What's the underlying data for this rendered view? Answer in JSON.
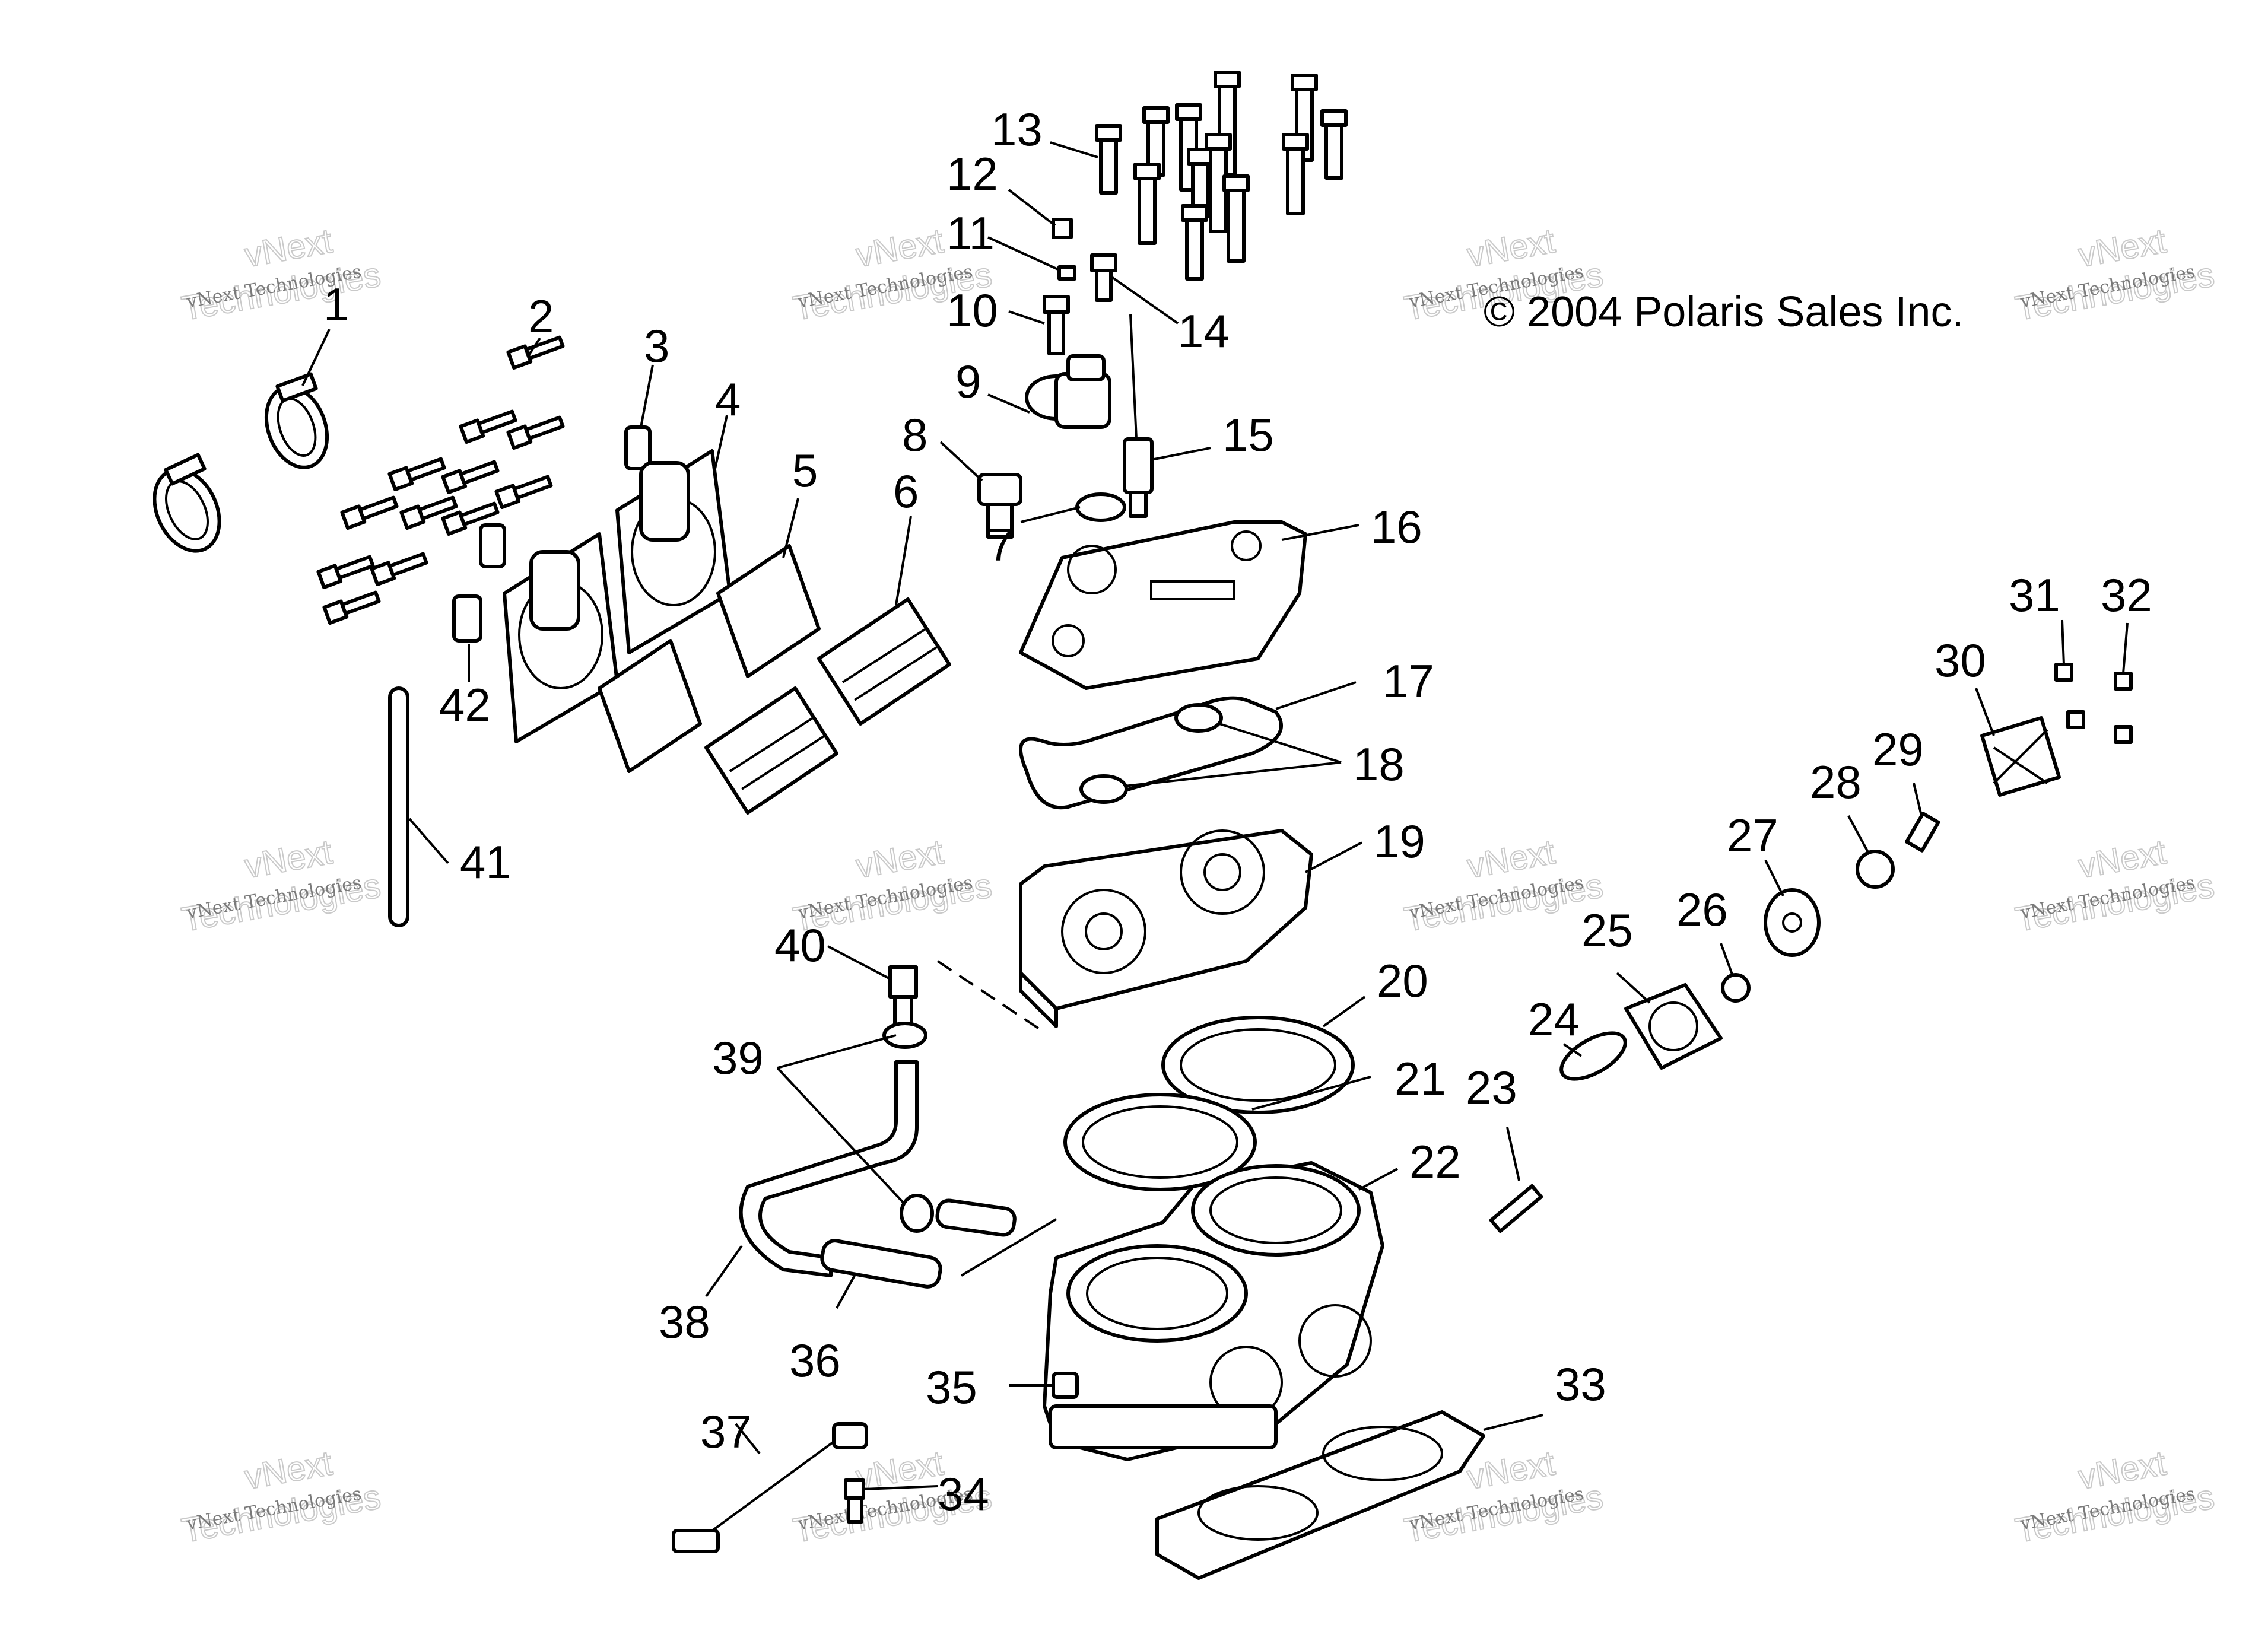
{
  "copyright": "© 2004 Polaris Sales Inc.",
  "watermark": {
    "small_text": "vNext Technologies",
    "big_line1": "vNext",
    "big_line2": "Technologies"
  },
  "callouts": [
    "1",
    "2",
    "3",
    "4",
    "5",
    "6",
    "7",
    "8",
    "9",
    "10",
    "11",
    "12",
    "13",
    "14",
    "15",
    "16",
    "17",
    "18",
    "19",
    "20",
    "21",
    "22",
    "23",
    "24",
    "25",
    "26",
    "27",
    "28",
    "29",
    "30",
    "31",
    "32",
    "33",
    "34",
    "35",
    "36",
    "37",
    "38",
    "39",
    "40",
    "41",
    "42"
  ]
}
